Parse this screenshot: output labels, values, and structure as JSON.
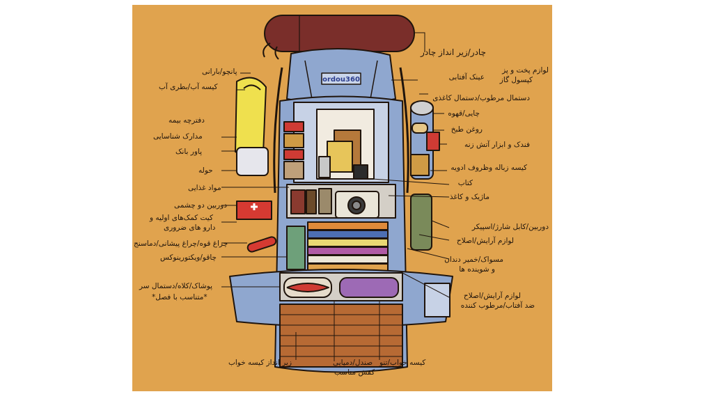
{
  "brand": "ordou360",
  "colors": {
    "background": "#e0a34e",
    "pack_blue": "#8fa7cf",
    "sleeping_pad": "#7a2e2a",
    "outline": "#1f140c"
  },
  "labels": {
    "tent": "چادر/زیر انداز چادر",
    "cookware": "لوازم پخت و پز",
    "gas": "کپسول گاز",
    "sunglasses": "عینک آفتابی",
    "tissue": "دستمال مرطوب/دستمال کاغذی",
    "tea": "چایی/قهوه",
    "oil": "روغن طبخ",
    "lighter": "فندک و ابزار آتش زنه",
    "trash_bag": "کیسه زباله وظروف ادویه",
    "book": "کتاب",
    "pen": "ماژیک و کاغذ",
    "camera": "دوربین/کابل شارژ/اسپیکر",
    "toiletry": "لوازم آرایش/اصلاح",
    "toothbrush_1": "مسواک/خمیر دندان",
    "toothbrush_2": "و شوینده ها",
    "sunscreen_1": "لوازم آرایش/اصلاح",
    "sunscreen_2": "ضد آفتاب/مرطوب کننده",
    "sleeping_bag": "کیسه خواب/تنو",
    "sandal_1": "صندل/دمپایی",
    "sandal_2": "کفش مناسب",
    "mat": "زیر انداز کیسه خواب",
    "poncho": "پانچو/بارانی",
    "water": "کیسه آب/بطری آب",
    "insurance": "دفترچه بیمه",
    "id": "مدارک شناسایی",
    "powerbank": "پاور بانک",
    "towel": "حوله",
    "food": "مواد غذایی",
    "binocular": "دوربین دو چشمی",
    "firstaid_1": "کیت کمک‌های اولیه و",
    "firstaid_2": "دارو های ضروری",
    "flashlight": "چراغ قوه/چراغ پیشانی/دماسنج",
    "knife": "چاقو/ویکتورینوکس",
    "clothes_1": "پوشاک/کلاه/دستمال سر",
    "clothes_2": "*متناسب با فصل*"
  }
}
